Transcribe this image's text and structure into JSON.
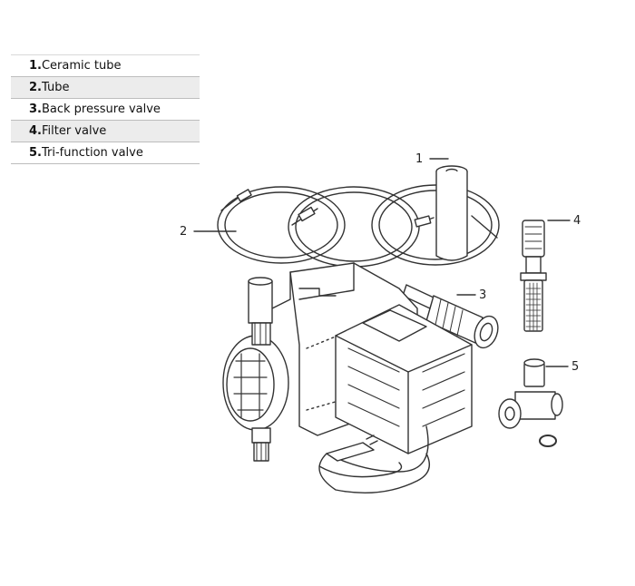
{
  "legend": {
    "items": [
      {
        "num": "1.",
        "label": "Ceramic tube"
      },
      {
        "num": "2.",
        "label": "Tube"
      },
      {
        "num": "3.",
        "label": "Back pressure valve"
      },
      {
        "num": "4.",
        "label": "Filter valve"
      },
      {
        "num": "5.",
        "label": "Tri-function valve"
      }
    ]
  },
  "callouts": [
    "1",
    "2",
    "3",
    "4",
    "5"
  ]
}
